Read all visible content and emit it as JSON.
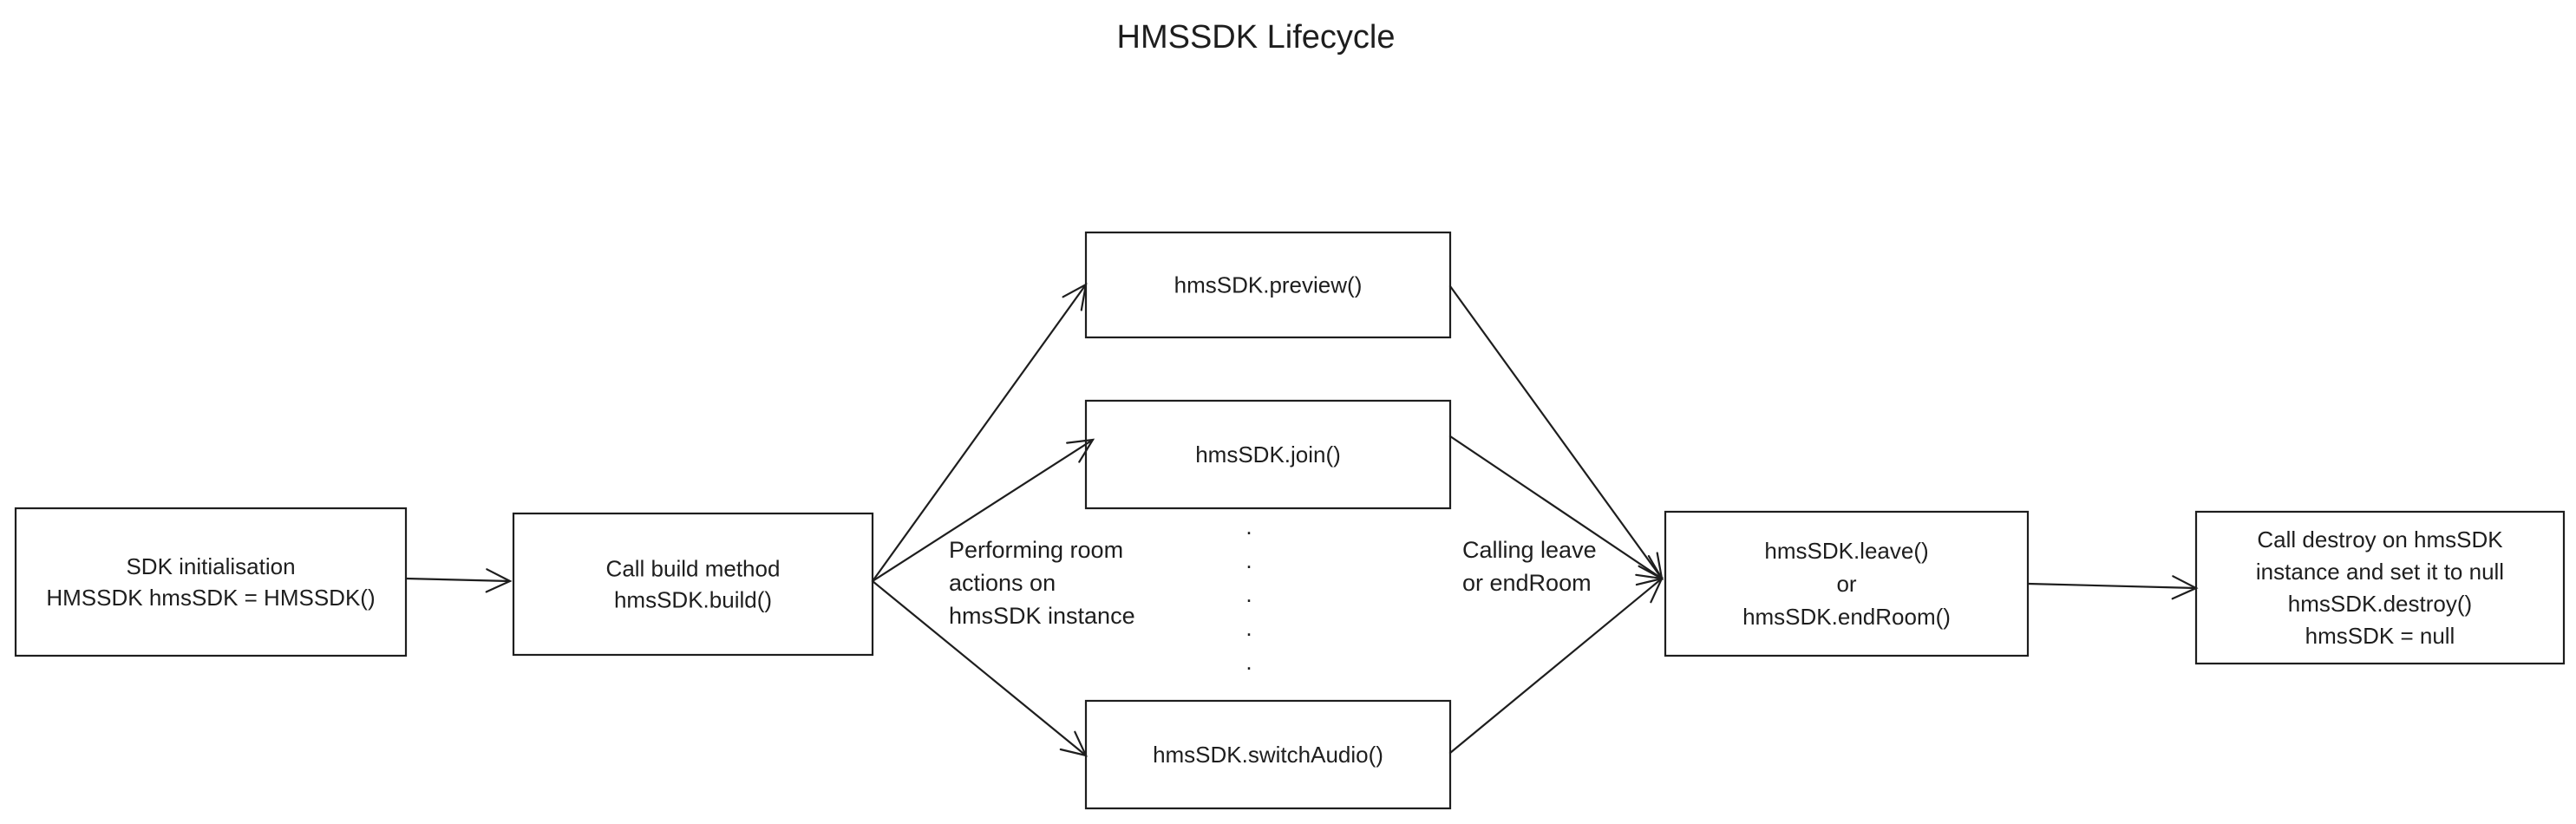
{
  "title": "HMSSDK Lifecycle",
  "nodes": {
    "init": {
      "lines": [
        "SDK initialisation",
        "HMSSDK hmsSDK = HMSSDK()"
      ]
    },
    "build": {
      "lines": [
        "Call build method",
        "hmsSDK.build()"
      ]
    },
    "preview": {
      "lines": [
        "hmsSDK.preview()"
      ]
    },
    "join": {
      "lines": [
        "hmsSDK.join()"
      ]
    },
    "switchAudio": {
      "lines": [
        "hmsSDK.switchAudio()"
      ]
    },
    "leave": {
      "lines": [
        "hmsSDK.leave()",
        "or",
        "hmsSDK.endRoom()"
      ]
    },
    "destroy": {
      "lines": [
        "Call destroy on hmsSDK",
        "instance and set it to null",
        "hmsSDK.destroy()",
        "hmsSDK = null"
      ]
    }
  },
  "labels": {
    "room_actions": [
      "Performing room",
      "actions on",
      "hmsSDK instance"
    ],
    "calling_leave": [
      "Calling leave",
      "or endRoom"
    ]
  },
  "ellipsis": [
    ".",
    ".",
    ".",
    ".",
    "."
  ],
  "edges": [
    {
      "from": "init",
      "to": "build"
    },
    {
      "from": "build",
      "to": "preview"
    },
    {
      "from": "build",
      "to": "join"
    },
    {
      "from": "build",
      "to": "switchAudio"
    },
    {
      "from": "preview",
      "to": "leave"
    },
    {
      "from": "join",
      "to": "leave"
    },
    {
      "from": "switchAudio",
      "to": "leave"
    },
    {
      "from": "leave",
      "to": "destroy"
    }
  ]
}
